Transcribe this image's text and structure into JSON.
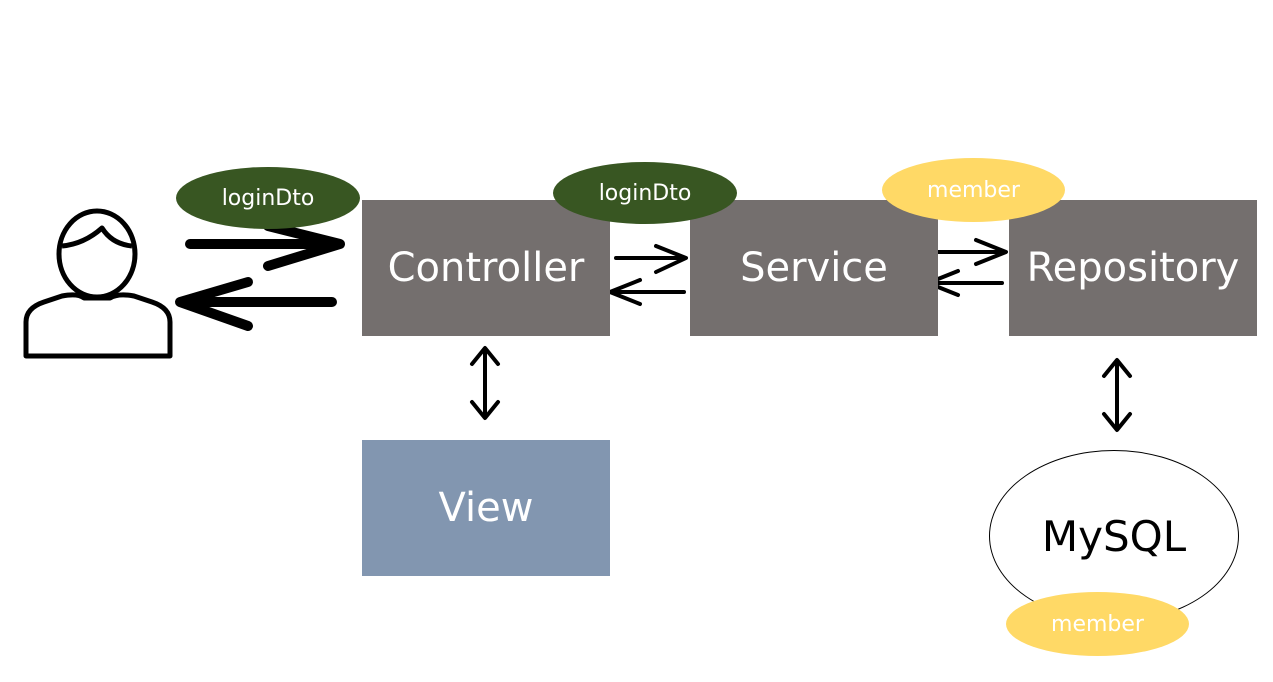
{
  "nodes": {
    "controller": "Controller",
    "service": "Service",
    "repository": "Repository",
    "view": "View",
    "database": "MySQL"
  },
  "payloads": {
    "user_to_controller": "loginDto",
    "controller_to_service": "loginDto",
    "service_to_repository": "member",
    "database_record": "member"
  },
  "colors": {
    "layer_box": "#746f6e",
    "view_box": "#8296b0",
    "dto_label": "#385622",
    "entity_label": "#ffd966"
  },
  "icons": {
    "user": "person-outline-icon"
  }
}
